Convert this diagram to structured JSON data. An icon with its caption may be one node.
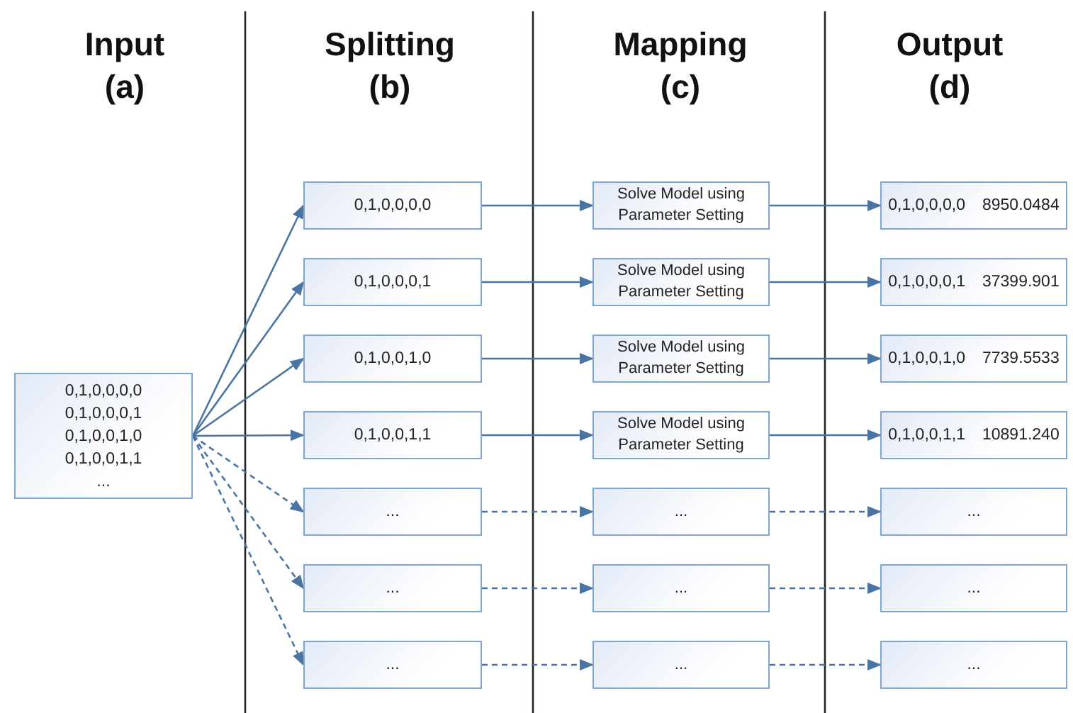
{
  "diagram": {
    "nodes": [
      {
        "text": [
          "0,1,0,0,0,0",
          "0,1,0,0,0,1",
          "0,1,0,0,1,0",
          "0,1,0,0,1,1",
          "..."
        ]
      },
      {
        "text": [
          "0,1,0,0,0,0"
        ]
      },
      {
        "text": [
          "0,1,0,0,0,1"
        ]
      },
      {
        "text": [
          "0,1,0,0,1,0"
        ]
      },
      {
        "text": [
          "0,1,0,0,1,1"
        ]
      },
      {
        "text": [
          "..."
        ]
      },
      {
        "text": [
          "..."
        ]
      },
      {
        "text": [
          "..."
        ]
      },
      {
        "text": [
          "Solve Model using Parameter Setting"
        ]
      },
      {
        "text": [
          "Solve Model using Parameter Setting"
        ]
      },
      {
        "text": [
          "Solve Model using Parameter Setting"
        ]
      },
      {
        "text": [
          "Solve Model using Parameter Setting"
        ]
      },
      {
        "text": [
          "..."
        ]
      },
      {
        "text": [
          "..."
        ]
      },
      {
        "text": [
          "..."
        ]
      },
      {
        "text": [
          "0,1,0,0,0,0",
          "8950.0484"
        ]
      },
      {
        "text": [
          "0,1,0,0,0,1",
          "37399.901"
        ]
      },
      {
        "text": [
          "0,1,0,0,1,0",
          "7739.5533"
        ]
      },
      {
        "text": [
          "0,1,0,0,1,1",
          "10891.240"
        ]
      },
      {
        "text": [
          "..."
        ]
      },
      {
        "text": [
          "..."
        ]
      },
      {
        "text": [
          "..."
        ]
      }
    ],
    "edges": [
      {
        "from": 0,
        "to": 1,
        "arrow": "to"
      },
      {
        "from": 0,
        "to": 2,
        "arrow": "to"
      },
      {
        "from": 0,
        "to": 3,
        "arrow": "to"
      },
      {
        "from": 0,
        "to": 4,
        "arrow": "to"
      },
      {
        "from": 0,
        "to": 5,
        "arrow": "to",
        "style": "dashed"
      },
      {
        "from": 0,
        "to": 6,
        "arrow": "to",
        "style": "dashed"
      },
      {
        "from": 0,
        "to": 7,
        "arrow": "to",
        "style": "dashed"
      },
      {
        "from": 1,
        "to": 8,
        "arrow": "to"
      },
      {
        "from": 2,
        "to": 9,
        "arrow": "to"
      },
      {
        "from": 3,
        "to": 10,
        "arrow": "to"
      },
      {
        "from": 4,
        "to": 11,
        "arrow": "to"
      },
      {
        "from": 5,
        "to": 12,
        "arrow": "to",
        "style": "dashed"
      },
      {
        "from": 6,
        "to": 13,
        "arrow": "to",
        "style": "dashed"
      },
      {
        "from": 7,
        "to": 14,
        "arrow": "to",
        "style": "dashed"
      },
      {
        "from": 8,
        "to": 15,
        "arrow": "to"
      },
      {
        "from": 9,
        "to": 16,
        "arrow": "to"
      },
      {
        "from": 10,
        "to": 17,
        "arrow": "to"
      },
      {
        "from": 11,
        "to": 18,
        "arrow": "to"
      },
      {
        "from": 12,
        "to": 19,
        "arrow": "to",
        "style": "dashed"
      },
      {
        "from": 13,
        "to": 20,
        "arrow": "to",
        "style": "dashed"
      },
      {
        "from": 14,
        "to": 21,
        "arrow": "to",
        "style": "dashed"
      }
    ],
    "labels": [
      "Input (a)",
      "Splitting (b)",
      "Mapping (c)",
      "Output (d)"
    ]
  }
}
